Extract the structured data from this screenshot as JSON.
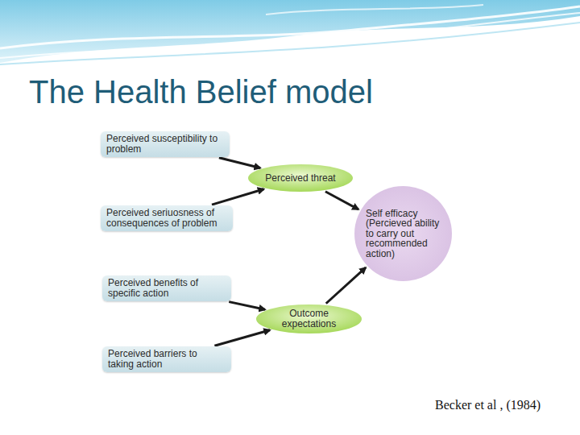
{
  "diagram": {
    "title": "The Health Belief model",
    "caption": "Becker  et al , (1984)",
    "nodes": [
      {
        "text": [
          "Perceived susceptibility to problem"
        ]
      },
      {
        "text": [
          "Perceived threat"
        ]
      },
      {
        "text": [
          "Perceived seriuosness of consequences of problem"
        ]
      },
      {
        "text": [
          "Self efficacy (Percieved ability to carry out recommended action)"
        ]
      },
      {
        "text": [
          "Perceived benefits of specific action"
        ]
      },
      {
        "text": [
          "Outcome expectations"
        ]
      },
      {
        "text": [
          "Perceived barriers to taking action"
        ]
      }
    ],
    "edges": [
      {
        "from": 0,
        "to": 1,
        "arrow": "to"
      },
      {
        "from": 2,
        "to": 1,
        "arrow": "to"
      },
      {
        "from": 1,
        "to": 3,
        "arrow": "to"
      },
      {
        "from": 4,
        "to": 5,
        "arrow": "to"
      },
      {
        "from": 6,
        "to": 5,
        "arrow": "to"
      },
      {
        "from": 5,
        "to": 3,
        "arrow": "to"
      }
    ]
  }
}
